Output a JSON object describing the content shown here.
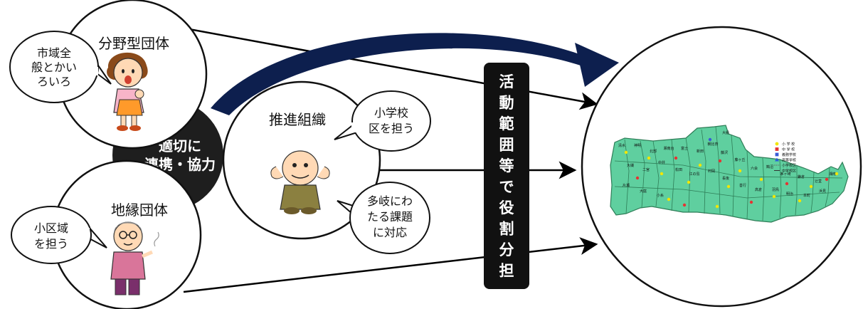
{
  "bubbles": {
    "city_wide": [
      "市域全",
      "般とかい",
      "ろいろ"
    ],
    "school_district": [
      "小学校",
      "区を担う"
    ],
    "diverse_issues": [
      "多岐にわ",
      "たる課題",
      "に対応"
    ],
    "small_district": [
      "小区域",
      "を担う"
    ]
  },
  "organizations": {
    "field_type": "分野型団体",
    "promotion": "推進組織",
    "territorial": "地縁団体"
  },
  "cooperation": [
    "適切に",
    "連携・協力"
  ],
  "role_banner": [
    "活",
    "動",
    "範",
    "囲",
    "等",
    "で",
    "役",
    "割",
    "分",
    "担"
  ],
  "map": {
    "legend": [
      "小 学 校",
      "中 学 校",
      "義務学校",
      "高等学校",
      "小学校区",
      "中学校区"
    ],
    "legend_colors": [
      "#f2e600",
      "#e53333",
      "#3b5bd6",
      "#2a5fd8",
      "#666666",
      "#333333"
    ],
    "districts": [
      "清水",
      "神明",
      "北部",
      "湘南台",
      "富士",
      "新田",
      "朝比奈",
      "大船",
      "藤沢",
      "藤ヶ丘",
      "六会",
      "鵠沼",
      "茅ヶ崎",
      "鎌倉",
      "辻堂",
      "湘南",
      "大磯",
      "二宮",
      "中井",
      "松田",
      "江の島",
      "村岡",
      "長後",
      "善行",
      "高倉",
      "羽鳥",
      "明治",
      "本町",
      "浜見",
      "片瀬",
      "大庭",
      "小糸"
    ],
    "colors": {
      "land": "#5fcf9f",
      "border": "#2e7d57",
      "label": "#1d3b2c"
    }
  },
  "colors": {
    "cooperation_bg": "#1e1e1e",
    "banner_bg": "#111111",
    "arrow_navy": "#0d1f4e"
  }
}
